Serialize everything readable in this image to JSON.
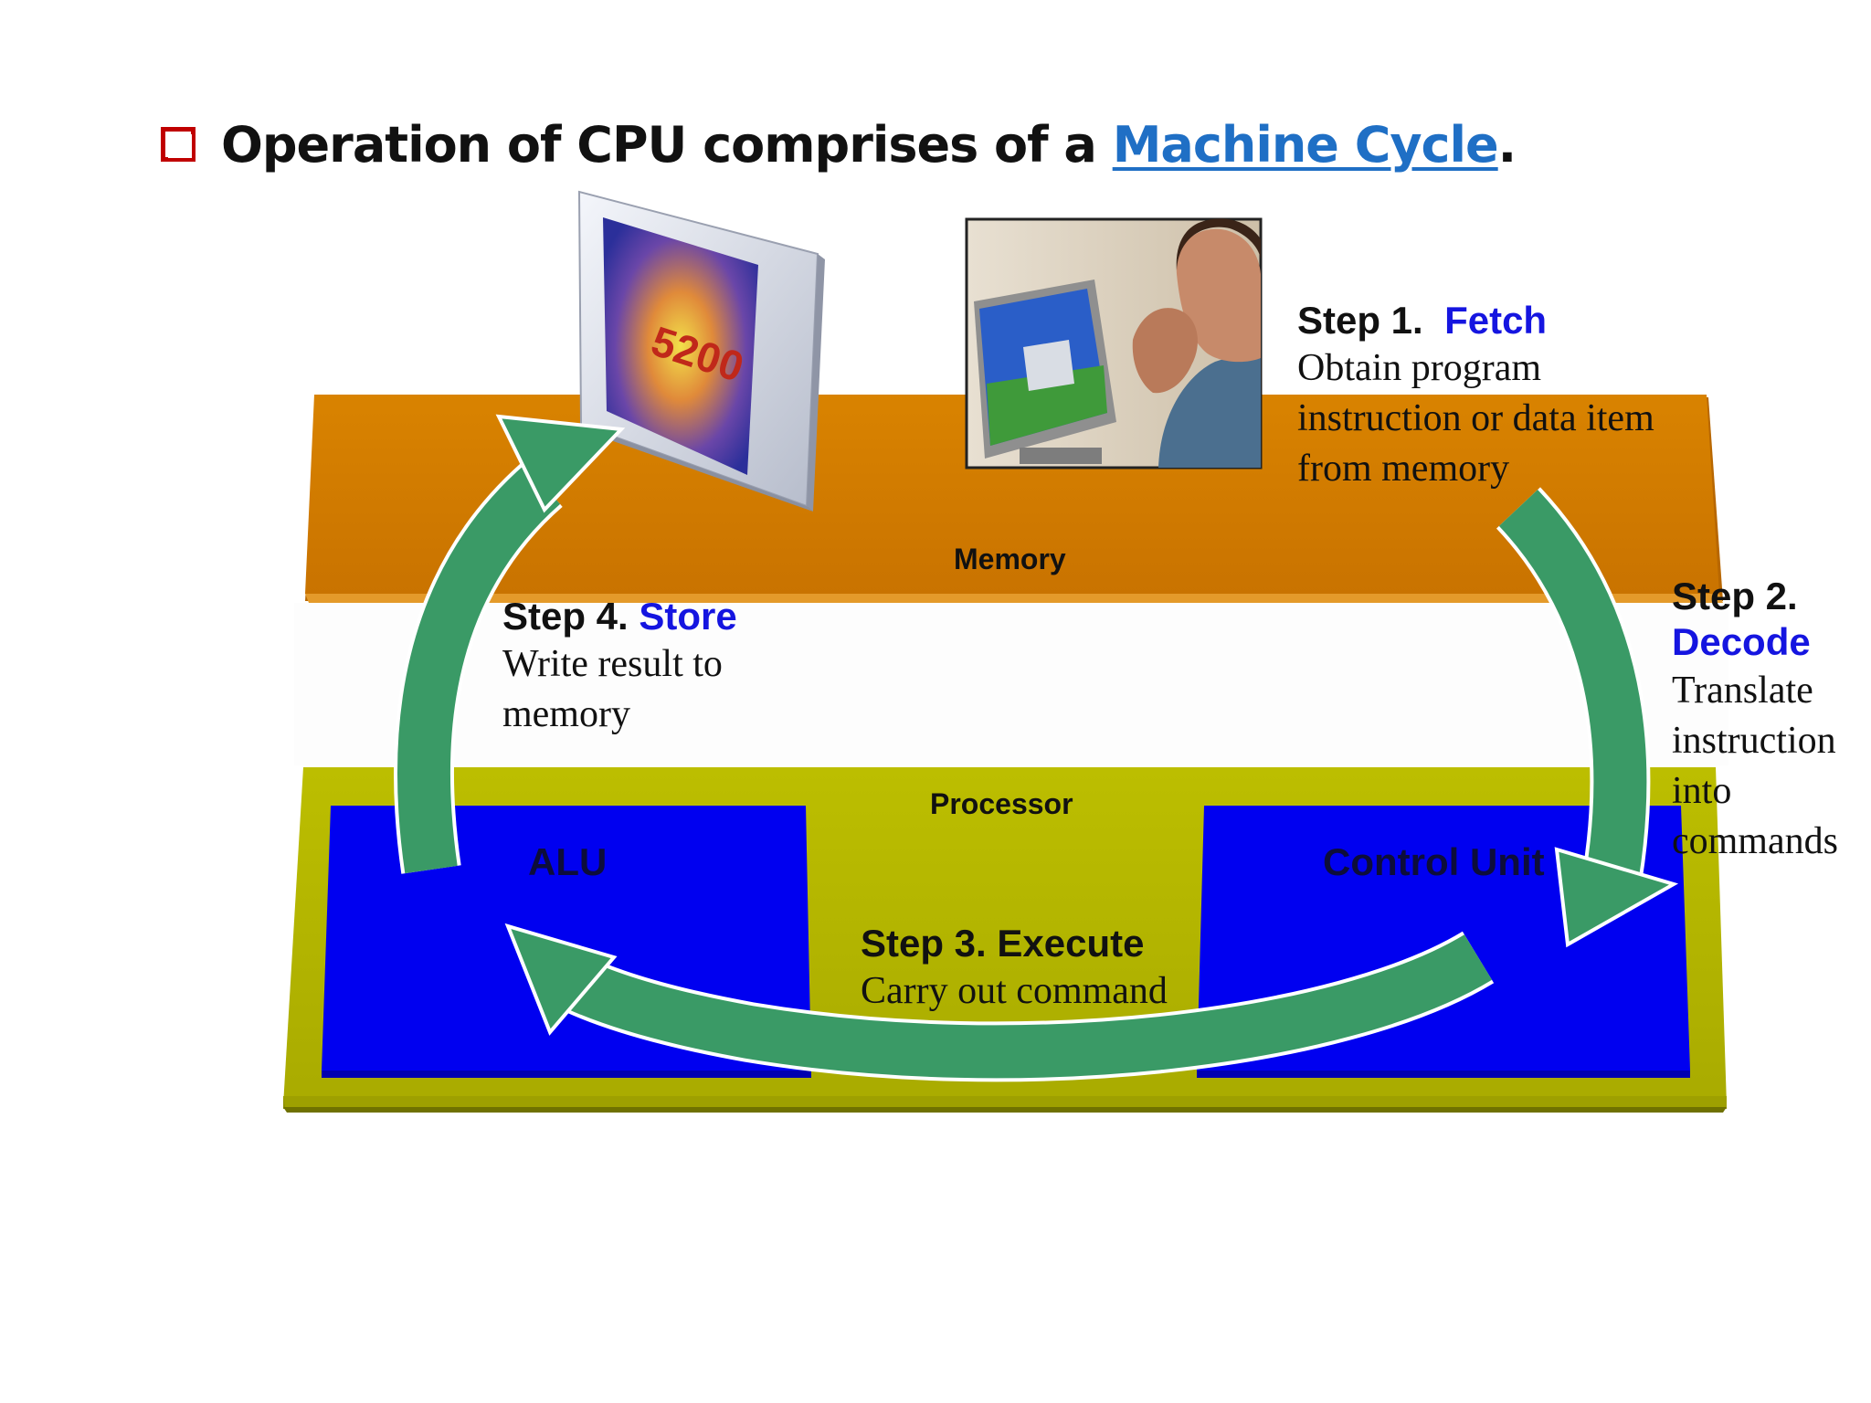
{
  "slide": {
    "title_prefix": "Operation of CPU comprises of a ",
    "title_link": "Machine Cycle",
    "title_suffix": "."
  },
  "diagram": {
    "memory_label": "Memory",
    "processor_label": "Processor",
    "alu_label": "ALU",
    "control_unit_label": "Control Unit",
    "monitor_display_text": "5200",
    "colors": {
      "memory_band": "#d17a00",
      "processor_band": "#b5b800",
      "unit_blocks": "#0000f0",
      "arrows": "#3a9a66",
      "step_name": "#1515e0",
      "bullet": "#c00000",
      "link": "#1f6fc5"
    },
    "steps": [
      {
        "number_label": "Step 1.",
        "name": "Fetch",
        "description": [
          "Obtain program",
          "instruction or data item",
          "from memory"
        ]
      },
      {
        "number_label": "Step 2.",
        "name": "Decode",
        "description": [
          "Translate",
          "instruction",
          "into",
          "commands"
        ]
      },
      {
        "number_label": "Step 3.",
        "name": "Execute",
        "description": [
          "Carry out command"
        ]
      },
      {
        "number_label": "Step 4.",
        "name": "Store",
        "description": [
          "Write result to",
          "memory"
        ]
      }
    ]
  }
}
